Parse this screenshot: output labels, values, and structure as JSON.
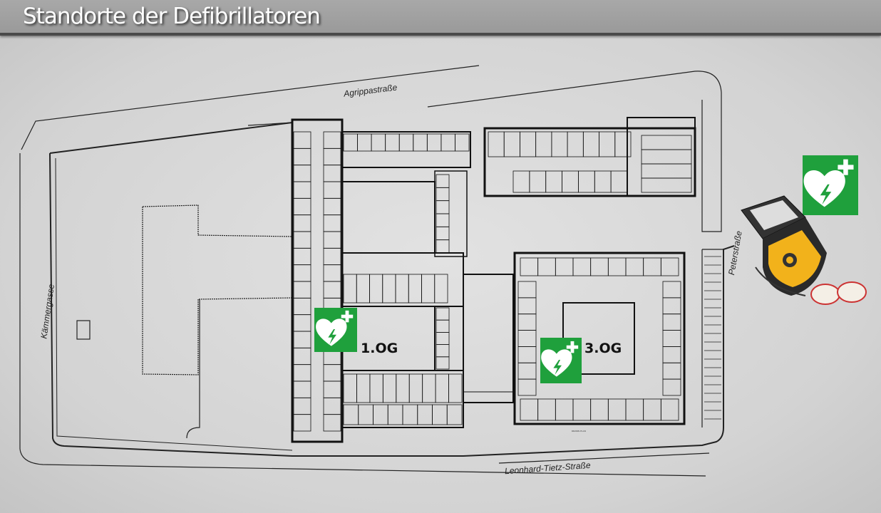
{
  "title": "Standorte der Defibrillatoren",
  "streets": {
    "north": "Agrippastraße",
    "west": "Kämmergasse",
    "east": "Peterstraße",
    "south": "Leonhard-Tietz-Straße"
  },
  "aed_locations": [
    {
      "floor_label": "1.OG"
    },
    {
      "floor_label": "3.OG"
    }
  ],
  "colors": {
    "aed_green": "#1fa03c",
    "title_bar": "#a0a0a0"
  }
}
